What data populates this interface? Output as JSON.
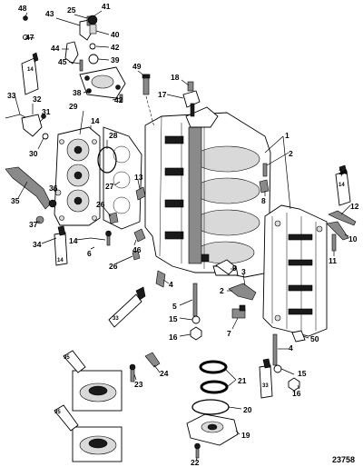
{
  "figure_number": "23758",
  "callouts": [
    {
      "id": "c48",
      "label": "48"
    },
    {
      "id": "c43",
      "label": "43"
    },
    {
      "id": "c25",
      "label": "25"
    },
    {
      "id": "c41",
      "label": "41"
    },
    {
      "id": "c40",
      "label": "40"
    },
    {
      "id": "c47",
      "label": "47"
    },
    {
      "id": "c44",
      "label": "44"
    },
    {
      "id": "c42a",
      "label": "42"
    },
    {
      "id": "c45",
      "label": "45"
    },
    {
      "id": "c39",
      "label": "39"
    },
    {
      "id": "c38",
      "label": "38"
    },
    {
      "id": "c42b",
      "label": "42"
    },
    {
      "id": "c49",
      "label": "49"
    },
    {
      "id": "c18",
      "label": "18"
    },
    {
      "id": "c17",
      "label": "17"
    },
    {
      "id": "c33a",
      "label": "33"
    },
    {
      "id": "c32",
      "label": "32"
    },
    {
      "id": "c31",
      "label": "31"
    },
    {
      "id": "c29",
      "label": "29"
    },
    {
      "id": "c14a",
      "label": "14"
    },
    {
      "id": "c28",
      "label": "28"
    },
    {
      "id": "c30",
      "label": "30"
    },
    {
      "id": "c1",
      "label": "1"
    },
    {
      "id": "c2",
      "label": "2"
    },
    {
      "id": "c35",
      "label": "35"
    },
    {
      "id": "c36",
      "label": "36"
    },
    {
      "id": "c27",
      "label": "27"
    },
    {
      "id": "c13",
      "label": "13"
    },
    {
      "id": "c8",
      "label": "8"
    },
    {
      "id": "c26a",
      "label": "26"
    },
    {
      "id": "c37",
      "label": "37"
    },
    {
      "id": "c34",
      "label": "34"
    },
    {
      "id": "c14b",
      "label": "14"
    },
    {
      "id": "c6",
      "label": "6"
    },
    {
      "id": "c46",
      "label": "46"
    },
    {
      "id": "c26b",
      "label": "26"
    },
    {
      "id": "c14c",
      "label": "14"
    },
    {
      "id": "c12",
      "label": "12"
    },
    {
      "id": "c10",
      "label": "10"
    },
    {
      "id": "c11",
      "label": "11"
    },
    {
      "id": "c9",
      "label": "9"
    },
    {
      "id": "c4a",
      "label": "4"
    },
    {
      "id": "c3",
      "label": "3"
    },
    {
      "id": "c2b",
      "label": "2"
    },
    {
      "id": "c5",
      "label": "5"
    },
    {
      "id": "c15a",
      "label": "15"
    },
    {
      "id": "c16a",
      "label": "16"
    },
    {
      "id": "c7",
      "label": "7"
    },
    {
      "id": "c4b",
      "label": "4"
    },
    {
      "id": "c50",
      "label": "50"
    },
    {
      "id": "c24",
      "label": "24"
    },
    {
      "id": "c23",
      "label": "23"
    },
    {
      "id": "c15b",
      "label": "15"
    },
    {
      "id": "c16b",
      "label": "16"
    },
    {
      "id": "c21",
      "label": "21"
    },
    {
      "id": "c20",
      "label": "20"
    },
    {
      "id": "c19",
      "label": "19"
    },
    {
      "id": "c22",
      "label": "22"
    }
  ],
  "tube_labels": [
    {
      "id": "t14a",
      "label": "14"
    },
    {
      "id": "t14b",
      "label": "14"
    },
    {
      "id": "t14c",
      "label": "14"
    },
    {
      "id": "t33a",
      "label": "33"
    },
    {
      "id": "t33b",
      "label": "33"
    },
    {
      "id": "t95a",
      "label": "95"
    },
    {
      "id": "t95b",
      "label": "95"
    }
  ]
}
